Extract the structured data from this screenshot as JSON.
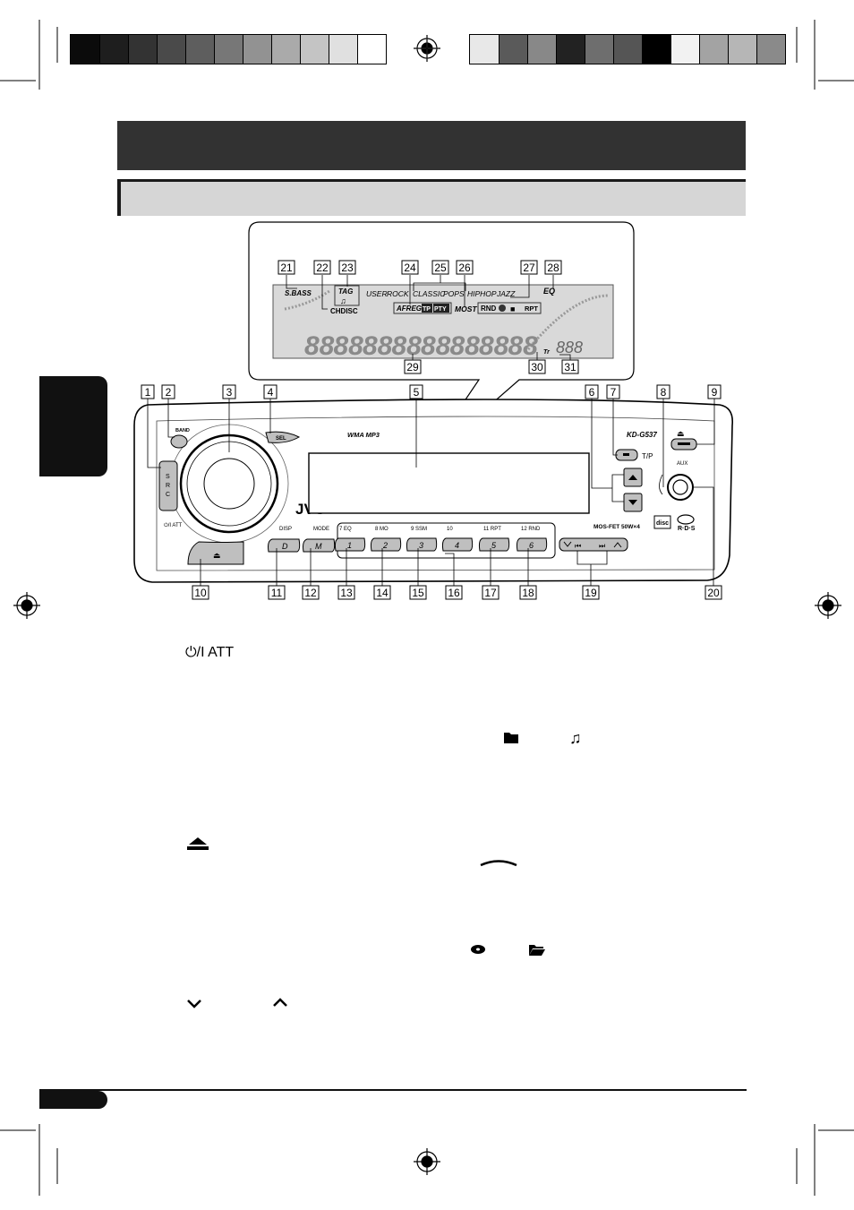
{
  "color_bar_left": [
    "#0b0b0b",
    "#1e1e1e",
    "#333333",
    "#4a4a4a",
    "#5e5e5e",
    "#777777",
    "#929292",
    "#aaaaaa",
    "#c4c4c4",
    "#e0e0e0",
    "#ffffff"
  ],
  "color_bar_right": [
    "#e8e8e8",
    "#5a5a5a",
    "#888888",
    "#222222",
    "#6e6e6e",
    "#555555",
    "#000000",
    "#f2f2f2",
    "#a3a3a3",
    "#b6b6b6",
    "#8a8a8a"
  ],
  "callouts_top": [
    "1",
    "2",
    "3",
    "4",
    "5",
    "6",
    "7",
    "8",
    "9"
  ],
  "callouts_bottom": [
    "10",
    "11",
    "12",
    "13",
    "14",
    "15",
    "16",
    "17",
    "18",
    "19",
    "20"
  ],
  "callouts_display_top": [
    "21",
    "22",
    "23",
    "24",
    "25",
    "26",
    "27",
    "28"
  ],
  "callouts_display_bottom": [
    "29",
    "30",
    "31"
  ],
  "display": {
    "s_bass": "S.BASS",
    "tag": "TAG",
    "ch_disc": "CHDISC",
    "genres": [
      "USER",
      "ROCK",
      "CLASSIC",
      "POPS",
      "HIPHOP",
      "JAZZ"
    ],
    "af_reg": "AFREG",
    "tp": "TP",
    "pty": "PTY",
    "most": "MOST",
    "rnd": "RND",
    "rpt": "RPT",
    "eq": "EQ",
    "tr": "Tr",
    "segments": [
      "88",
      "88",
      "88",
      "88",
      "88",
      "88",
      "88",
      "88"
    ],
    "track_digits": "888"
  },
  "unit": {
    "band": "BAND",
    "sel": "SEL",
    "src": [
      "S",
      "R",
      "C"
    ],
    "wma_mp3": "WMA MP3",
    "model": "KD-G537",
    "tp_label": "T/P",
    "aux": "AUX",
    "eject_symbol": "⏏",
    "power_att": "⏻/I ATT",
    "brand": "JVC",
    "disp": "DISP",
    "mode": "MODE",
    "d_key": "D",
    "m_key": "M",
    "preset_labels": [
      "7 EQ",
      "8 MO",
      "9 SSM",
      "10",
      "11 RPT",
      "12 RND"
    ],
    "preset_keys": [
      "1",
      "2",
      "3",
      "4",
      "5",
      "6"
    ],
    "mos_fet": "MOS-FET 50W×4",
    "rds": "R·D·S",
    "compact_disc": "disc"
  },
  "text_markers": {
    "power_att": "⏻/I ATT",
    "folder": "📁",
    "music_note": "♫",
    "eject_icon": "⏏",
    "down_arrow": "⌄",
    "up_arrow": "⌃"
  }
}
